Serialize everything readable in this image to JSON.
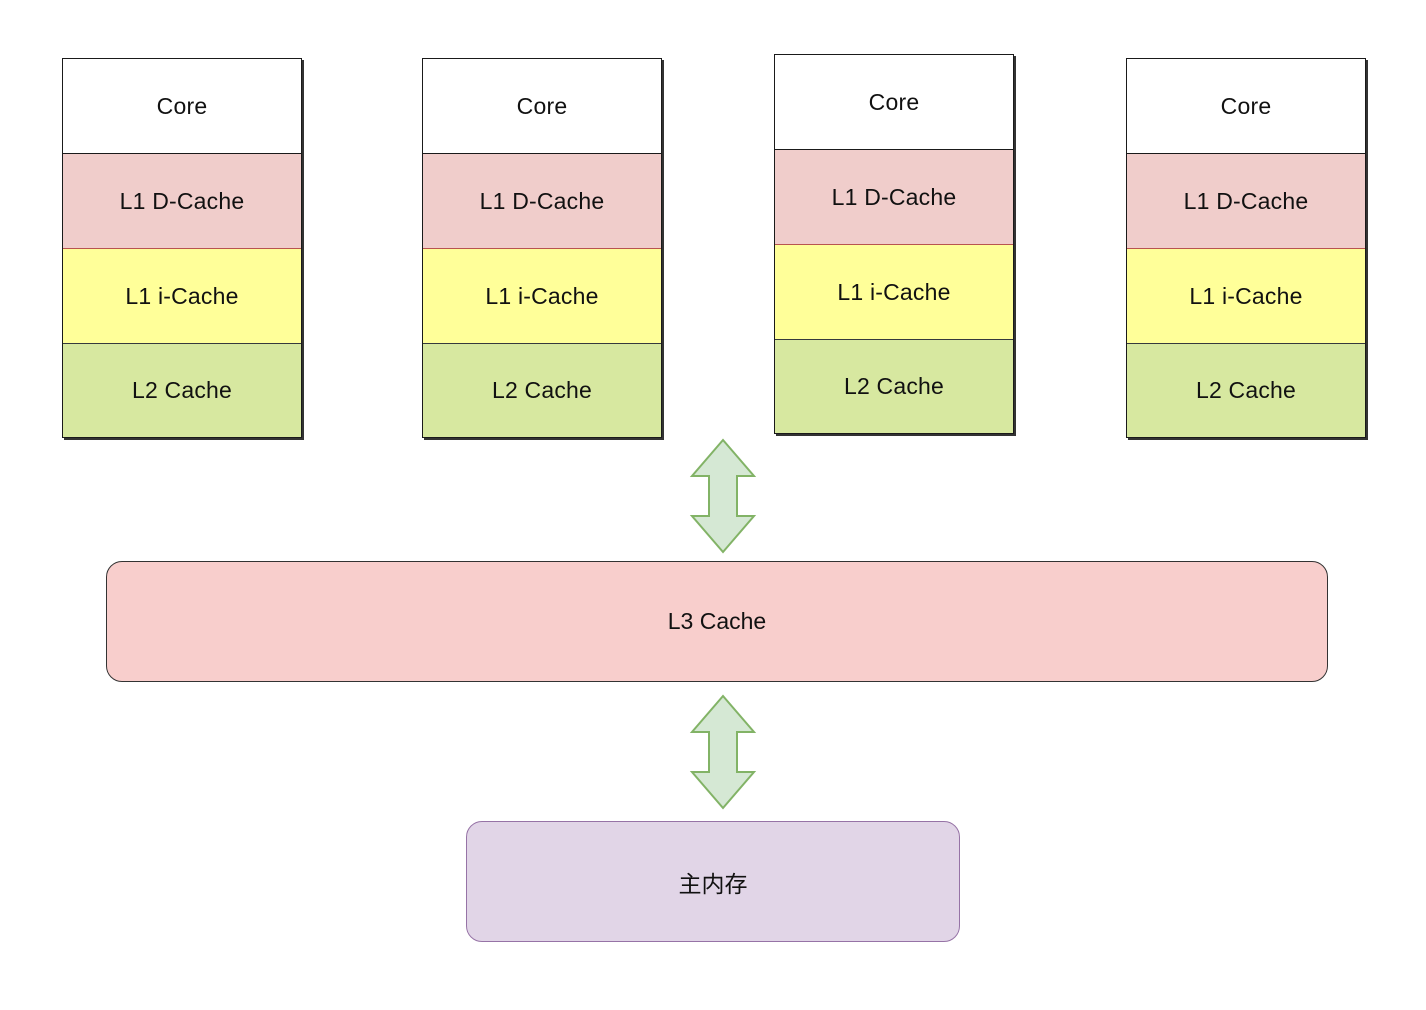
{
  "cores": [
    {
      "core": "Core",
      "l1d": "L1 D-Cache",
      "l1i": "L1 i-Cache",
      "l2": "L2 Cache"
    },
    {
      "core": "Core",
      "l1d": "L1 D-Cache",
      "l1i": "L1 i-Cache",
      "l2": "L2 Cache"
    },
    {
      "core": "Core",
      "l1d": "L1 D-Cache",
      "l1i": "L1 i-Cache",
      "l2": "L2 Cache"
    },
    {
      "core": "Core",
      "l1d": "L1 D-Cache",
      "l1i": "L1 i-Cache",
      "l2": "L2 Cache"
    }
  ],
  "l3": {
    "label": "L3 Cache"
  },
  "memory": {
    "label": "主内存"
  },
  "colors": {
    "core_fill": "#ffffff",
    "l1d_fill": "#f0cdcb",
    "l1i_fill": "#ffff99",
    "l2_fill": "#d7e8a0",
    "l3_fill": "#f8cecc",
    "memory_fill": "#e1d5e7",
    "arrow_fill": "#d5e8d4",
    "arrow_stroke": "#82b366"
  },
  "arrows": [
    {
      "name": "l2-l3-bidirectional-arrow",
      "connects": [
        "L2 Cache",
        "L3 Cache"
      ]
    },
    {
      "name": "l3-memory-bidirectional-arrow",
      "connects": [
        "L3 Cache",
        "主内存"
      ]
    }
  ]
}
